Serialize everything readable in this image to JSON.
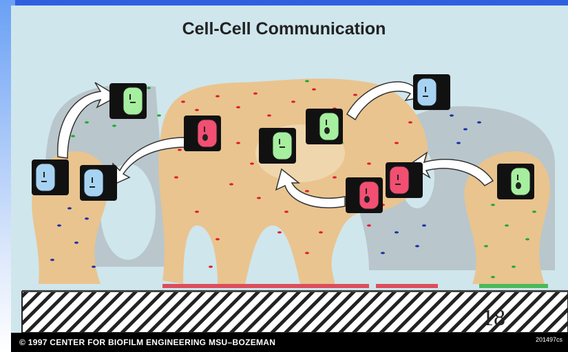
{
  "slide": {
    "title": "Cell-Cell Communication",
    "copyright": "© 1997  CENTER FOR BIOFILM ENGINEERING   MSU–BOZEMAN",
    "figure_code": "201497cs",
    "page_number": "18"
  },
  "colors": {
    "panel_bg": "#cfe6ec",
    "matrix": "#e9c48f",
    "grey_matrix": "#b9c6cc",
    "cell_green": "#a6ef9f",
    "cell_red": "#f24f72",
    "cell_blue": "#a7d3f3",
    "signal_red": "#e01b2c",
    "signal_green": "#1eaa2a",
    "signal_blue": "#1a2fa6"
  },
  "icons": [
    "signaling-cell-icon",
    "curved-arrow-icon",
    "hatched-substratum"
  ]
}
